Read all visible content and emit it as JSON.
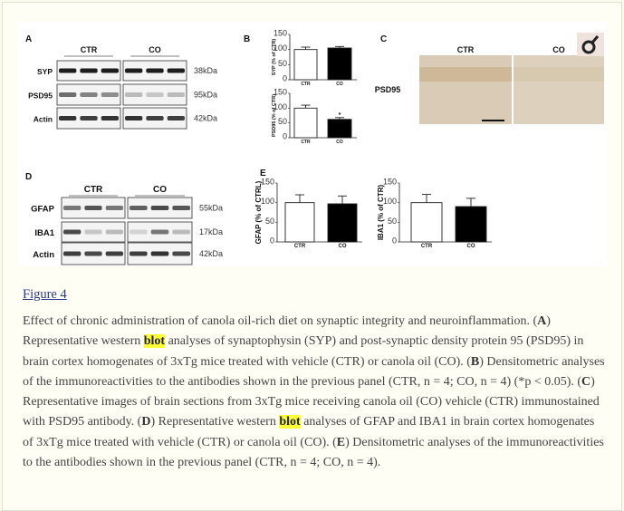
{
  "figure": {
    "panel_labels": {
      "a": "A",
      "b": "B",
      "c": "C",
      "d": "D",
      "e": "E"
    },
    "panel_a": {
      "groups": [
        "CTR",
        "CO"
      ],
      "rows": [
        {
          "label": "SYP",
          "kda": "38kDa"
        },
        {
          "label": "PSD95",
          "kda": "95kDa"
        },
        {
          "label": "Actin",
          "kda": "42kDa"
        }
      ]
    },
    "panel_c": {
      "row_label": "PSD95",
      "groups": [
        "CTR",
        "CO"
      ],
      "logo_icon": "female-symbol-icon"
    },
    "panel_d": {
      "groups": [
        "CTR",
        "CO"
      ],
      "rows": [
        {
          "label": "GFAP",
          "kda": "55kDa"
        },
        {
          "label": "IBA1",
          "kda": "17kDa"
        },
        {
          "label": "Actin",
          "kda": "42kDa"
        }
      ]
    }
  },
  "chart_data": [
    {
      "type": "bar",
      "panel": "B",
      "ylabel": "SYP (% of CTR)",
      "categories": [
        "CTR",
        "CO"
      ],
      "values": [
        100,
        105
      ],
      "errors": [
        8,
        5
      ],
      "ylim": [
        0,
        150
      ],
      "yticks": [
        "0",
        "50",
        "100",
        "150"
      ],
      "colors": [
        "#ffffff",
        "#000000"
      ]
    },
    {
      "type": "bar",
      "panel": "B",
      "ylabel": "PSD95 (% of CTR)",
      "categories": [
        "CTR",
        "CO"
      ],
      "values": [
        100,
        62
      ],
      "errors": [
        10,
        6
      ],
      "annotations": [
        "",
        "*"
      ],
      "ylim": [
        0,
        150
      ],
      "yticks": [
        "0",
        "50",
        "100",
        "150"
      ],
      "colors": [
        "#ffffff",
        "#000000"
      ]
    },
    {
      "type": "bar",
      "panel": "E",
      "ylabel": "GFAP (% of CTRL)",
      "categories": [
        "CTR",
        "CO"
      ],
      "values": [
        100,
        97
      ],
      "errors": [
        20,
        20
      ],
      "ylim": [
        0,
        150
      ],
      "yticks": [
        "0",
        "50",
        "100",
        "150"
      ],
      "colors": [
        "#ffffff",
        "#000000"
      ]
    },
    {
      "type": "bar",
      "panel": "E",
      "ylabel": "IBA1 (% of CTR)",
      "categories": [
        "CTR",
        "CO"
      ],
      "values": [
        100,
        90
      ],
      "errors": [
        21,
        21
      ],
      "ylim": [
        0,
        150
      ],
      "yticks": [
        "0",
        "50",
        "100",
        "150"
      ],
      "colors": [
        "#ffffff",
        "#000000"
      ]
    }
  ],
  "figure_link": "Figure 4",
  "caption": [
    {
      "t": "Effect of chronic administration of canola oil-rich diet on synaptic integrity and neuroinflammation. ("
    },
    {
      "t": "A",
      "b": true
    },
    {
      "t": ") Representative western "
    },
    {
      "t": "blot",
      "hl": true
    },
    {
      "t": " analyses of synaptophysin (SYP) and post-synaptic density protein 95 (PSD95) in brain cortex homogenates of 3xTg mice treated with vehicle (CTR) or canola oil (CO). ("
    },
    {
      "t": "B",
      "b": true
    },
    {
      "t": ") Densitometric analyses of the immunoreactivities to the antibodies shown in the previous panel (CTR, n = 4; CO, n = 4) (*p < 0.05). ("
    },
    {
      "t": "C",
      "b": true
    },
    {
      "t": ") Representative images of brain sections from 3xTg mice receiving canola oil (CO) vehicle (CTR) immunostained with PSD95 antibody. ("
    },
    {
      "t": "D",
      "b": true
    },
    {
      "t": ") Representative western "
    },
    {
      "t": "blot",
      "hl": true
    },
    {
      "t": " analyses of GFAP and IBA1 in brain cortex homogenates of 3xTg mice treated with vehicle (CTR) or canola oil (CO). ("
    },
    {
      "t": "E",
      "b": true
    },
    {
      "t": ") Densitometric analyses of the immunoreactivities to the antibodies shown in the previous panel (CTR, n = 4; CO, n = 4)."
    }
  ]
}
